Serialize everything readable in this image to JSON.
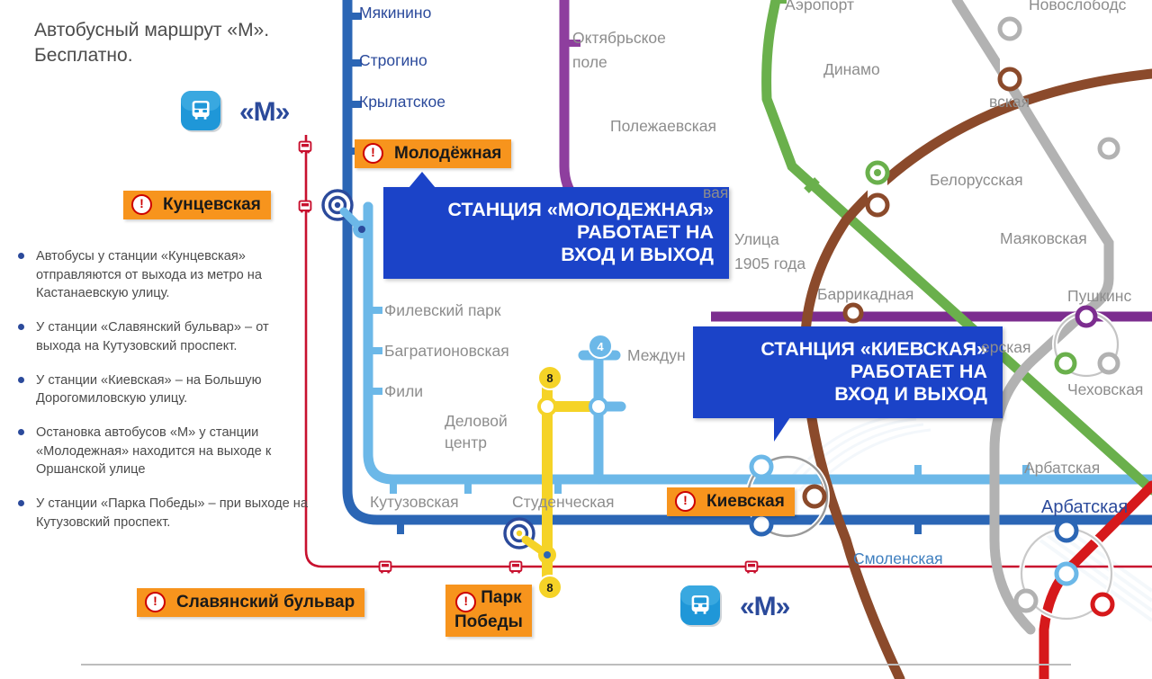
{
  "header": {
    "title_line1": "Автобусный маршрут «М».",
    "title_line2": "Бесплатно.",
    "m_label": "«М»",
    "bus_icon": "bus-icon"
  },
  "notes": [
    "Автобусы у станции «Кунцевская» отправляются от выхода из метро на Кастанаевскую улицу.",
    "У станции «Славянский бульвар» – от выхода на Кутузовский проспект.",
    "У станции «Киевская» – на Большую Дорогомиловскую улицу.",
    "Остановка автобусов «М» у станции «Молодежная» находится на выходе к Оршанской улице",
    "У станции «Парка Победы» – при выходе на Кутузовский проспект."
  ],
  "alerts": [
    {
      "label": "Кунцевская",
      "icon": "exclamation-icon"
    },
    {
      "label": "Молодёжная",
      "icon": "exclamation-icon"
    },
    {
      "label": "Киевская",
      "icon": "exclamation-icon"
    },
    {
      "label": "Славянский бульвар",
      "icon": "exclamation-icon"
    },
    {
      "label": "Парк",
      "label2": "Победы",
      "icon": "exclamation-icon"
    }
  ],
  "callouts": [
    {
      "line1": "СТАНЦИЯ  «МОЛОДЕЖНАЯ»",
      "line2": "РАБОТАЕТ НА",
      "line3": "ВХОД И ВЫХОД"
    },
    {
      "line1": "СТАНЦИЯ  «КИЕВСКАЯ»",
      "line2": "РАБОТАЕТ НА",
      "line3": "ВХОД И ВЫХОД"
    }
  ],
  "stations": {
    "myakinino": "Мякинино",
    "strogino": "Строгино",
    "krylatskoe": "Крылатское",
    "oktyabrskoe_pole_1": "Октябрьское",
    "oktyabrskoe_pole_2": "поле",
    "polezhaevskaya": "Полежаевская",
    "aeroport": "Аэропорт",
    "dinamo": "Динамо",
    "novoslobodskaya": "Новослободс",
    "belorusskaya": "Белорусская",
    "mayakovskaya": "Маяковская",
    "pushkinskaya": "Пушкинс",
    "ulitsa_1905_1": "Улица",
    "ulitsa_1905_2": "1905 года",
    "barrikadnaya": "Баррикадная",
    "tverskaya": "ерская",
    "chehovskaya": "Чеховская",
    "filevskiy_park": "Филевский парк",
    "bagrationovskaya": "Багратионовская",
    "fili": "Фили",
    "delovoy_1": "Деловой",
    "delovoy_2": "центр",
    "mezhdunarodnaya": "Междун",
    "kutuzovskaya": "Кутузовская",
    "studencheskaya": "Студенческая",
    "smolenskaya": "Смоленская",
    "arbatskaya_grey": "Арбатская",
    "arbatskaya_blue": "Арбатская",
    "vystavochnaya": "вая",
    "shelepiha": "вская"
  },
  "badges": {
    "mcc8_top": "8",
    "mcc8_bottom": "8",
    "line4": "4"
  },
  "colors": {
    "alert_orange": "#F7941D",
    "callout_blue": "#1B43C8",
    "line_blue_dark": "#2b66b5",
    "line_blue_light": "#6cb8e8",
    "line_purple": "#8e3e9e",
    "line_green": "#6ab04c",
    "line_brown": "#8b4a2b",
    "line_grey": "#b2b2b2",
    "line_red": "#d6191b",
    "line_yellow": "#f5d327",
    "line_violet": "#7c2d8f",
    "bus_route_red": "#c8102e",
    "text_grey": "#8d8d8d",
    "text_blue": "#2b4a9b"
  }
}
